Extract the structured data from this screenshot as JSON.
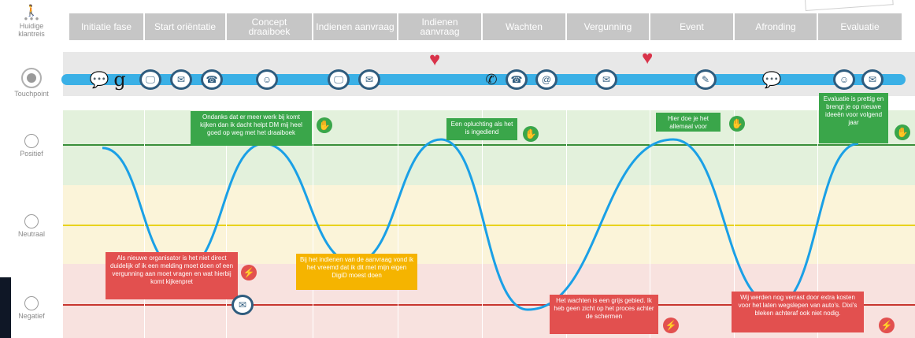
{
  "left_labels": {
    "journey": "Huidige klantreis",
    "touchpoint": "Touchpoint",
    "positive": "Positief",
    "neutral": "Neutraal",
    "negative": "Negatief"
  },
  "phases": [
    {
      "label": "Initiatie fase"
    },
    {
      "label": "Start oriëntatie"
    },
    {
      "label": "Concept\ndraaiboek"
    },
    {
      "label": "Indienen aanvraag"
    },
    {
      "label": "Indienen\naanvraag"
    },
    {
      "label": "Wachten"
    },
    {
      "label": "Vergunning"
    },
    {
      "label": "Event"
    },
    {
      "label": "Afronding"
    },
    {
      "label": "Evaluatie"
    }
  ],
  "callouts": [
    {
      "text": "Ondanks dat er meer werk bij komt kijken dan ik dacht helpt DM mij heel goed op weg met het draaiboek",
      "sentiment": "positive"
    },
    {
      "text": "Een opluchting als het is ingediend",
      "sentiment": "positive"
    },
    {
      "text": "Hier doe je het allemaal voor",
      "sentiment": "positive"
    },
    {
      "text": "Evaluatie is prettig en brengt je op nieuwe ideeën voor volgend jaar",
      "sentiment": "positive"
    },
    {
      "text": "Als nieuwe organisator is het niet direct duidelijk of ik een melding moet doen of een vergunning aan moet vragen en wat hierbij komt kijkenpret",
      "sentiment": "negative"
    },
    {
      "text": "Bij het indienen van de aanvraag vond ik het vreemd dat ik dit met mijn eigen DigiD moest doen",
      "sentiment": "neutral"
    },
    {
      "text": "Het wachten is een grijs gebied. Ik heb geen zicht op het proces achter de schermen",
      "sentiment": "negative"
    },
    {
      "text": "Wij werden nog verrast door extra kosten voor het laten wegslepen van auto's. Dixi's bleken achteraf ook niet nodig.",
      "sentiment": "negative"
    }
  ],
  "touchpoint_icons": [
    "chat-icon",
    "google-icon",
    "computer-icon",
    "email-icon",
    "phone-icon",
    "person-icon",
    "computer-icon",
    "email-icon",
    "whatsapp-icon",
    "phone-icon",
    "at-icon",
    "email-icon",
    "ticket-icon",
    "chat-icon",
    "person-icon",
    "email-icon",
    "email-icon"
  ],
  "colors": {
    "phase_bg": "#c6c6c6",
    "touchpoint_line": "#3ab0e6",
    "touchpoint_band": "#e8e8e8",
    "positive_band": "#e3f1dc",
    "neutral_band": "#fbf4d9",
    "negative_band": "#f8e2df",
    "positive_line": "#3a8f3a",
    "neutral_line": "#e8d21c",
    "negative_line": "#c8362f",
    "curve": "#1aa0e6",
    "heart": "#d9334a",
    "callout_green": "#3aa64a",
    "callout_red": "#e2504f",
    "callout_yellow": "#f5b400"
  },
  "experience_curve": {
    "scale": "emotion",
    "points": [
      {
        "phase": "Initiatie fase",
        "level": 0.9
      },
      {
        "phase": "Start oriëntatie",
        "level": -0.55
      },
      {
        "phase": "Concept draaiboek",
        "level": 0.95
      },
      {
        "phase": "Indienen aanvraag",
        "level": -0.45
      },
      {
        "phase": "Indienen aanvraag",
        "level": 1.0
      },
      {
        "phase": "Wachten",
        "level": -1.0
      },
      {
        "phase": "Event",
        "level": 1.0
      },
      {
        "phase": "Afronding",
        "level": -0.95
      },
      {
        "phase": "Evaluatie",
        "level": 0.95
      }
    ]
  }
}
